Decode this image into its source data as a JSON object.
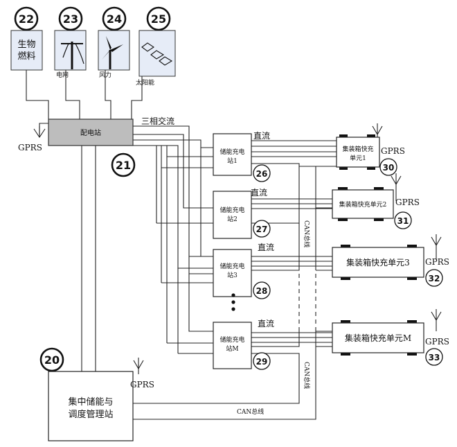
{
  "sources": [
    {
      "num": "22",
      "label_lines": [
        "生物",
        "燃料"
      ],
      "caption": ""
    },
    {
      "num": "23",
      "label_lines": [],
      "caption": "电网"
    },
    {
      "num": "24",
      "label_lines": [],
      "caption": "风力"
    },
    {
      "num": "25",
      "label_lines": [],
      "caption": "太阳能"
    }
  ],
  "distribution": {
    "label": "配电站",
    "num": "21",
    "gprs": "GPRS",
    "ac_label": "三相交流"
  },
  "chargers": [
    {
      "label_lines": [
        "储能充电",
        "站1"
      ],
      "num": "26",
      "dc_label": "直流"
    },
    {
      "label_lines": [
        "储能充电",
        "站2"
      ],
      "num": "27",
      "dc_label": "直流"
    },
    {
      "label_lines": [
        "储能充电",
        "站3"
      ],
      "num": "28",
      "dc_label": "直流"
    },
    {
      "label_lines": [
        "储能充电",
        "站M"
      ],
      "num": "29",
      "dc_label": "直流"
    }
  ],
  "containers": [
    {
      "label_lines": [
        "集装箱快充",
        "单元1"
      ],
      "num": "30",
      "gprs": "GPRS"
    },
    {
      "label_lines": [
        "集装箱快充单元2"
      ],
      "num": "31",
      "gprs": "GPRS"
    },
    {
      "label_lines": [
        "集装箱快充单元3"
      ],
      "num": "32",
      "gprs": "GPRS"
    },
    {
      "label_lines": [
        "集装箱快充单元M"
      ],
      "num": "33",
      "gprs": "GPRS"
    }
  ],
  "central": {
    "label_lines": [
      "集中储能与",
      "调度管理站"
    ],
    "num": "20",
    "gprs": "GPRS"
  },
  "bus_labels": {
    "can_top": "CAN总线",
    "can_mid": "CAN总线",
    "can_bottom": "CAN总线"
  }
}
